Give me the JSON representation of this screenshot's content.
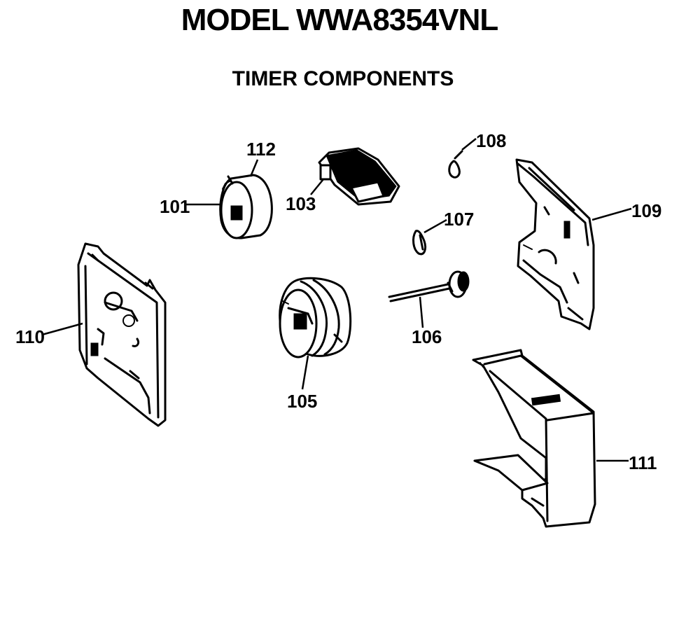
{
  "header": {
    "title": "MODEL WWA8354VNL",
    "subtitle": "TIMER COMPONENTS"
  },
  "callouts": {
    "p101": "101",
    "p103": "103",
    "p105": "105",
    "p106": "106",
    "p107": "107",
    "p108": "108",
    "p109": "109",
    "p110": "110",
    "p111": "111",
    "p112": "112"
  }
}
